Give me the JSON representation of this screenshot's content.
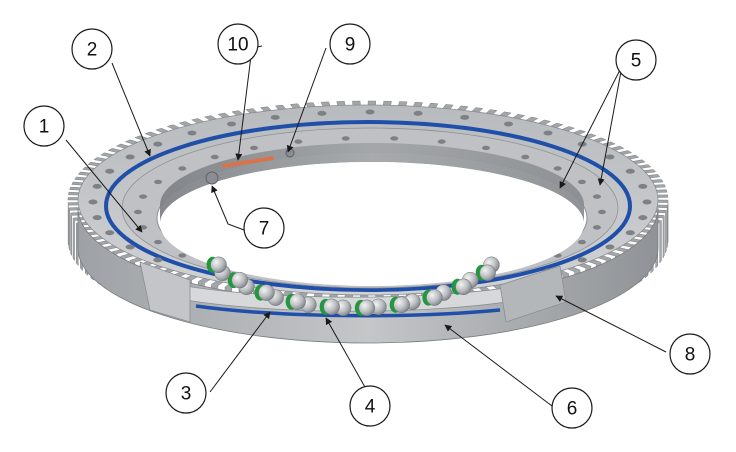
{
  "colors": {
    "background": "#ffffff",
    "ring_light": "#c9cbcd",
    "ring_mid": "#a9acaf",
    "ring_dark": "#8c9094",
    "seal_blue": "#1f4fa8",
    "spacer_green": "#1f9a3a",
    "ball": "#c5c7c9",
    "hole": "#7d8185",
    "callout_stroke": "#1a1a1a"
  },
  "callouts": [
    {
      "id": "1",
      "label": "1"
    },
    {
      "id": "2",
      "label": "2"
    },
    {
      "id": "3",
      "label": "3"
    },
    {
      "id": "4",
      "label": "4"
    },
    {
      "id": "5",
      "label": "5"
    },
    {
      "id": "6",
      "label": "6"
    },
    {
      "id": "7",
      "label": "7"
    },
    {
      "id": "8",
      "label": "8"
    },
    {
      "id": "9",
      "label": "9"
    },
    {
      "id": "10",
      "label": "10"
    }
  ]
}
